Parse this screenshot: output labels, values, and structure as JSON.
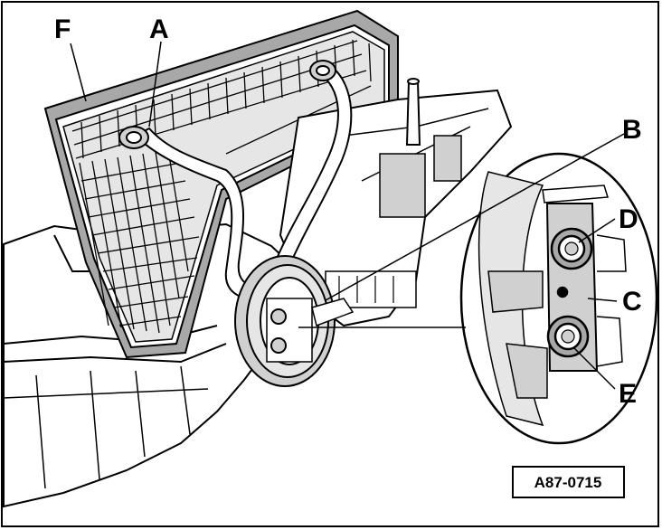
{
  "diagram": {
    "callouts": {
      "a": "A",
      "b": "B",
      "c": "C",
      "d": "D",
      "e": "E",
      "f": "F"
    },
    "reference": "A87-0715"
  },
  "colors": {
    "line": "#000000",
    "frame_fill": "#a8a8a8",
    "body_fill": "#ffffff",
    "shade_fill": "#d0d0d0"
  }
}
